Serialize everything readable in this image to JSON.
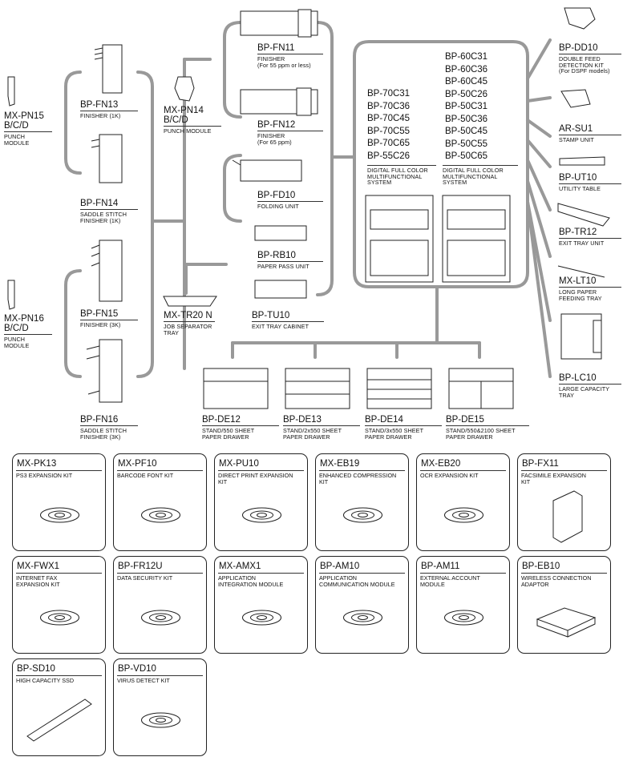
{
  "left_column": {
    "pn15": {
      "name": "MX-PN15\nB/C/D",
      "desc": "PUNCH\nMODULE"
    },
    "pn16": {
      "name": "MX-PN16\nB/C/D",
      "desc": "PUNCH\nMODULE"
    },
    "fn13": {
      "name": "BP-FN13",
      "desc": "FINISHER (1K)"
    },
    "fn14": {
      "name": "BP-FN14",
      "desc": "SADDLE STITCH\nFINISHER (1K)"
    },
    "fn15": {
      "name": "BP-FN15",
      "desc": "FINISHER (3K)"
    },
    "fn16": {
      "name": "BP-FN16",
      "desc": "SADDLE STITCH\nFINISHER (3K)"
    }
  },
  "middle_column": {
    "pn14": {
      "name": "MX-PN14\nB/C/D",
      "desc": "PUNCH MODULE"
    },
    "tr20": {
      "name": "MX-TR20 N",
      "desc": "JOB SEPARATOR\nTRAY"
    },
    "fn11": {
      "name": "BP-FN11",
      "desc": "FINISHER\n(For 55 ppm or less)"
    },
    "fn12": {
      "name": "BP-FN12",
      "desc": "FINISHER\n(For 65 ppm)"
    },
    "fd10": {
      "name": "BP-FD10",
      "desc": "FOLDING UNIT"
    },
    "rb10": {
      "name": "BP-RB10",
      "desc": "PAPER PASS UNIT"
    },
    "tu10": {
      "name": "BP-TU10",
      "desc": "EXIT TRAY CABINET"
    }
  },
  "main_unit": {
    "models_left": [
      "BP-70C31",
      "BP-70C36",
      "BP-70C45",
      "BP-70C55",
      "BP-70C65",
      "BP-55C26"
    ],
    "models_right": [
      "BP-60C31",
      "BP-60C36",
      "BP-60C45",
      "BP-50C26",
      "BP-50C31",
      "BP-50C36",
      "BP-50C45",
      "BP-50C55",
      "BP-50C65"
    ],
    "desc_left": "DIGITAL FULL COLOR\nMULTIFUNCTIONAL\nSYSTEM",
    "desc_right": "DIGITAL FULL COLOR\nMULTIFUNCTIONAL\nSYSTEM"
  },
  "right_column": {
    "dd10": {
      "name": "BP-DD10",
      "desc": "DOUBLE FEED\nDETECTION KIT\n(For DSPF models)"
    },
    "su1": {
      "name": "AR-SU1",
      "desc": "STAMP UNIT"
    },
    "ut10": {
      "name": "BP-UT10",
      "desc": "UTILITY TABLE"
    },
    "tr12": {
      "name": "BP-TR12",
      "desc": "EXIT TRAY UNIT"
    },
    "lt10": {
      "name": "MX-LT10",
      "desc": "LONG PAPER\nFEEDING TRAY"
    },
    "lc10": {
      "name": "BP-LC10",
      "desc": "LARGE CAPACITY\nTRAY"
    }
  },
  "drawers": {
    "de12": {
      "name": "BP-DE12",
      "desc": "STAND/550 SHEET\nPAPER DRAWER"
    },
    "de13": {
      "name": "BP-DE13",
      "desc": "STAND/2x550 SHEET\nPAPER DRAWER"
    },
    "de14": {
      "name": "BP-DE14",
      "desc": "STAND/3x550 SHEET\nPAPER DRAWER"
    },
    "de15": {
      "name": "BP-DE15",
      "desc": "STAND/550&2100 SHEET\nPAPER DRAWER"
    }
  },
  "kits": [
    {
      "name": "MX-PK13",
      "desc": "PS3 EXPANSION KIT",
      "icon": "cd-icon"
    },
    {
      "name": "MX-PF10",
      "desc": "BARCODE FONT KIT",
      "icon": "cd-icon"
    },
    {
      "name": "MX-PU10",
      "desc": "DIRECT PRINT EXPANSION\nKIT",
      "icon": "cd-icon"
    },
    {
      "name": "MX-EB19",
      "desc": "ENHANCED COMPRESSION\nKIT",
      "icon": "cd-icon"
    },
    {
      "name": "MX-EB20",
      "desc": "OCR EXPANSION KIT",
      "icon": "cd-icon"
    },
    {
      "name": "BP-FX11",
      "desc": "FACSIMILE EXPANSION\nKIT",
      "icon": "fax-module-icon"
    },
    {
      "name": "MX-FWX1",
      "desc": "INTERNET FAX\nEXPANSION KIT",
      "icon": "cd-icon"
    },
    {
      "name": "BP-FR12U",
      "desc": "DATA SECURITY KIT",
      "icon": "cd-icon"
    },
    {
      "name": "MX-AMX1",
      "desc": "APPLICATION\nINTEGRATION MODULE",
      "icon": "cd-icon"
    },
    {
      "name": "BP-AM10",
      "desc": "APPLICATION\nCOMMUNICATION MODULE",
      "icon": "cd-icon"
    },
    {
      "name": "BP-AM11",
      "desc": "EXTERNAL ACCOUNT\nMODULE",
      "icon": "cd-icon"
    },
    {
      "name": "BP-EB10",
      "desc": "WIRELESS CONNECTION\nADAPTOR",
      "icon": "wireless-adaptor-icon"
    },
    {
      "name": "BP-SD10",
      "desc": "HIGH CAPACITY SSD",
      "icon": "ssd-icon"
    },
    {
      "name": "BP-VD10",
      "desc": "VIRUS DETECT KIT",
      "icon": "cd-icon"
    }
  ]
}
